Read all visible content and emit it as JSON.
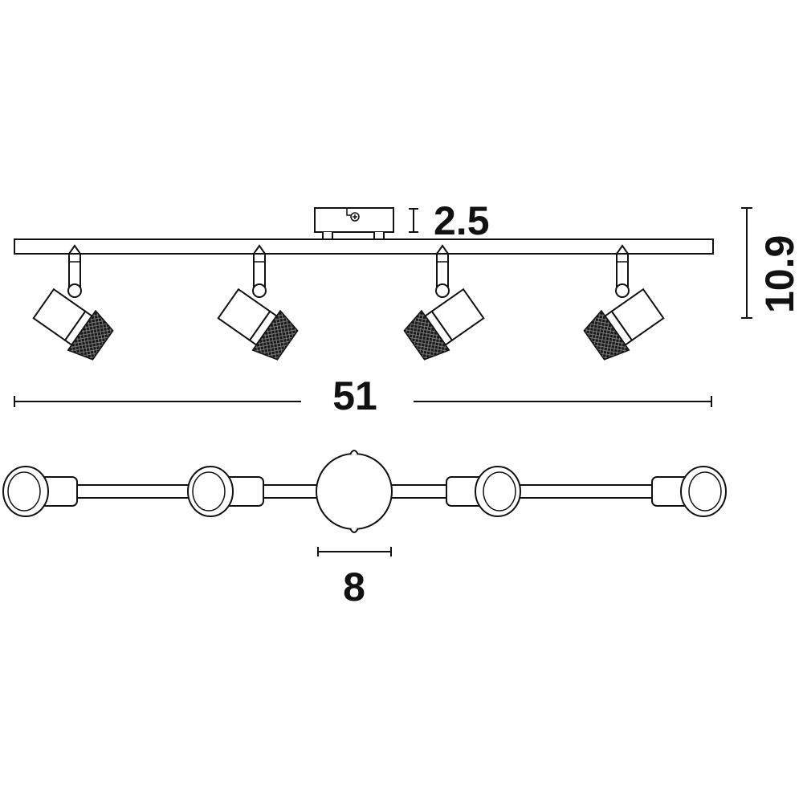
{
  "dimensions": {
    "mount_height": "2.5",
    "total_height": "10.9",
    "total_length": "51",
    "base_diameter": "8"
  },
  "colors": {
    "line": "#111111",
    "background": "#ffffff"
  }
}
